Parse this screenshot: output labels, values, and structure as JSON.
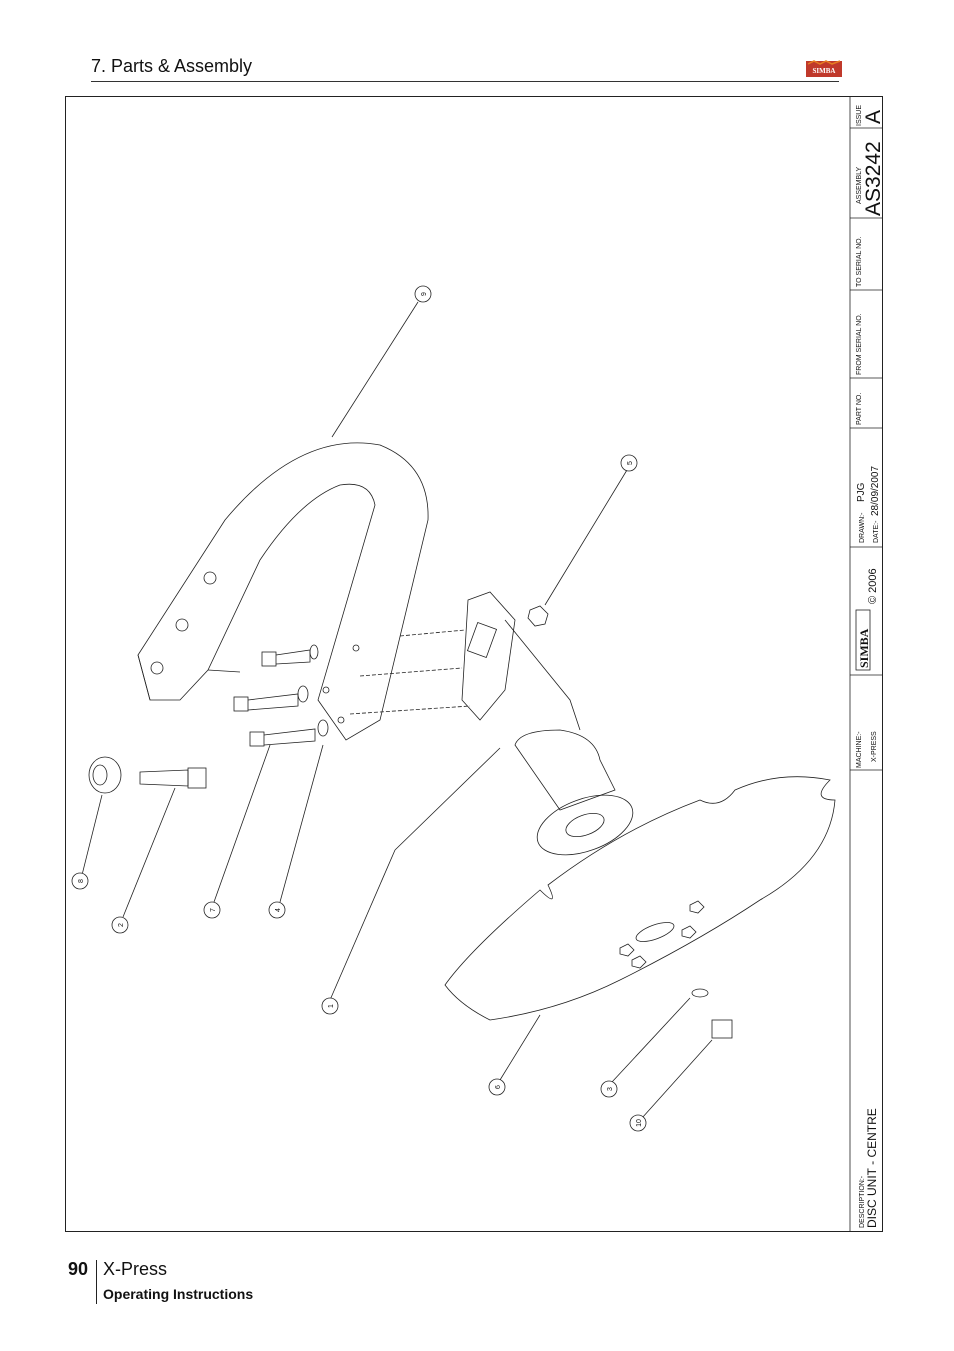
{
  "header": {
    "section_title": "7. Parts & Assembly",
    "logo_text": "SIMBA"
  },
  "drawing": {
    "callouts": [
      "1",
      "2",
      "3",
      "4",
      "5",
      "6",
      "7",
      "8",
      "9",
      "10"
    ]
  },
  "title_block": {
    "description_label": "DESCRIPTION:-",
    "description_value": "DISC UNIT - CENTRE",
    "machine_label": "MACHINE:-",
    "machine_value": "X-PRESS",
    "brand": "SIMBA",
    "copyright": "© 2006",
    "drawn_label": "DRAWN:-",
    "drawn_value": "PJG",
    "date_label": "DATE:-",
    "date_value": "28/09/2007",
    "part_no_label": "PART NO.",
    "from_serial_label": "FROM SERIAL NO.",
    "to_serial_label": "TO SERIAL NO.",
    "assembly_label": "ASSEMBLY",
    "assembly_value": "AS3242",
    "issue_label": "ISSUE",
    "issue_value": "A"
  },
  "footer": {
    "page_number": "90",
    "product": "X-Press",
    "subtitle": "Operating Instructions"
  }
}
